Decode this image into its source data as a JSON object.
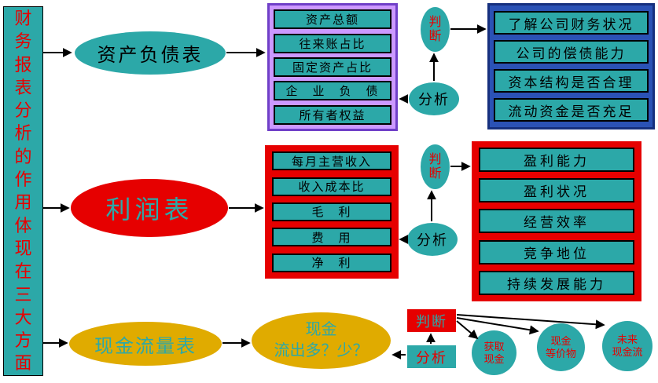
{
  "sidebar": {
    "title": "财务报表分析的作用体现在三大方面"
  },
  "row1": {
    "source": "资产负债表",
    "details": [
      "资产总额",
      "往来账占比",
      "固定资产占比",
      "企　业　负　债",
      "所有者权益"
    ],
    "analyze": "分析",
    "judge": "判断",
    "conclusions": [
      "了解公司财务状况",
      "公司的偿债能力",
      "资本结构是否合理",
      "流动资金是否充足"
    ]
  },
  "row2": {
    "source": "利润表",
    "details": [
      "每月主营收入",
      "收入成本比",
      "毛　利",
      "费　用",
      "净　利"
    ],
    "analyze": "分析",
    "judge": "判断",
    "conclusions": [
      "盈利能力",
      "盈利状况",
      "经营效率",
      "竞争地位",
      "持续发展能力"
    ]
  },
  "row3": {
    "source": "现金流量表",
    "question": {
      "line1": "现金",
      "line2": "流出多？少？"
    },
    "analyze": "分析",
    "judge": "判断",
    "circles": [
      {
        "line1": "获取",
        "line2": "现金"
      },
      {
        "line1": "现金",
        "line2": "等价物"
      },
      {
        "line1": "未来",
        "line2": "现金流"
      }
    ]
  },
  "colors": {
    "teal": "#2CA8A8",
    "red": "#E60000",
    "gold": "#E0AB00",
    "purple-fill": "#CC99FF",
    "purple-border": "#7040C8",
    "blue-fill": "#2B52B5",
    "blue-border": "#16307E"
  }
}
